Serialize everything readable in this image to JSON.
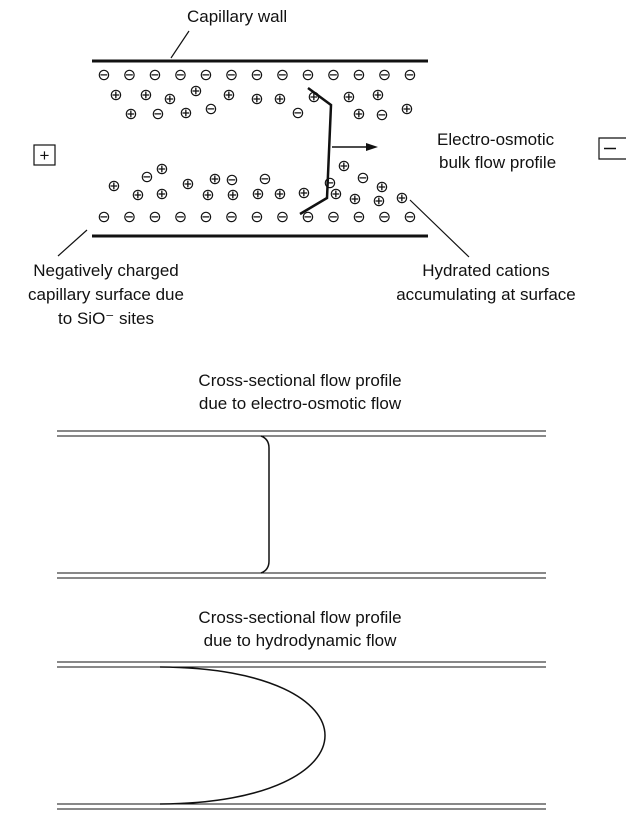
{
  "top_figure": {
    "wall_label": "Capillary wall",
    "flow_label_line1": "Electro-osmotic",
    "flow_label_line2": "bulk flow profile",
    "anode_symbol": "+",
    "cathode_symbol": "−",
    "surface_label_line1": "Negatively charged",
    "surface_label_line2": "capillary surface due",
    "surface_label_line3": "to SiO⁻ sites",
    "cations_label_line1": "Hydrated cations",
    "cations_label_line2": "accumulating at surface",
    "negative_site_symbol": "⊖",
    "cation_symbol": "⊕"
  },
  "eof_profile": {
    "title_line1": "Cross-sectional flow profile",
    "title_line2": "due to electro-osmotic flow"
  },
  "hydro_profile": {
    "title_line1": "Cross-sectional flow profile",
    "title_line2": "due to hydrodynamic flow"
  },
  "colors": {
    "ink": "#111111",
    "background": "#ffffff"
  }
}
